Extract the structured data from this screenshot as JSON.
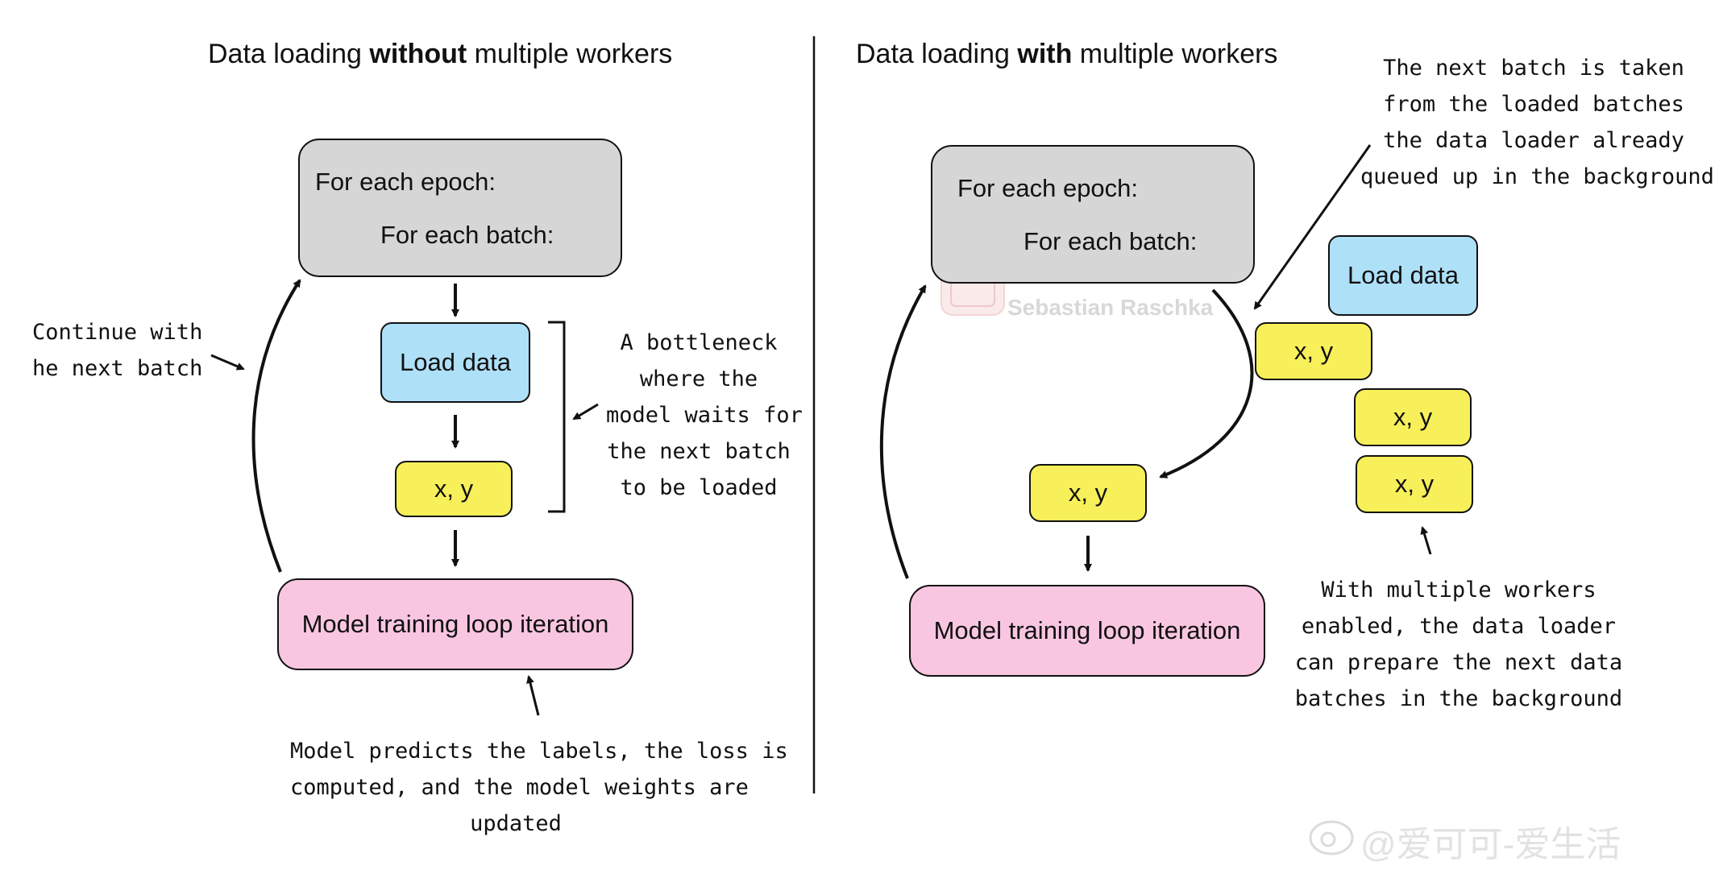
{
  "left_panel": {
    "title_pre": "Data loading ",
    "title_bold": "without",
    "title_post": " multiple workers",
    "epoch_line": "For each epoch:",
    "batch_line": "For each batch:",
    "load_data": "Load data",
    "xy": "x, y",
    "train": "Model training loop iteration",
    "note_continue": [
      "Continue with",
      "he next batch"
    ],
    "note_bottleneck": [
      "A bottleneck",
      "where the",
      "model waits for",
      "the next batch",
      "to be loaded"
    ],
    "note_predict": [
      "Model predicts the labels, the loss is",
      "computed, and the model weights are",
      "updated"
    ]
  },
  "right_panel": {
    "title_pre": "Data loading ",
    "title_bold": "with",
    "title_post": " multiple workers",
    "epoch_line": "For each epoch:",
    "batch_line": "For each batch:",
    "load_data": "Load data",
    "xy_queue_1": "x, y",
    "xy_queue_2": "x, y",
    "xy_queue_3": "x, y",
    "xy_current": "x, y",
    "train": "Model training loop iteration",
    "note_next_batch": [
      "The next batch is taken",
      "from the loaded batches",
      "the data loader already",
      "queued up in the background"
    ],
    "note_workers": [
      "With multiple workers",
      "enabled, the data loader",
      "can prepare the next data",
      "batches in the background"
    ]
  },
  "watermark": "Sebastian Raschka",
  "weibo_credit": "@爱可可-爱生活",
  "colors": {
    "gray_box": "#d6d6d6",
    "blue_box": "#aee0f8",
    "yellow_box": "#f8f05a",
    "pink_box": "#f9c6e1"
  }
}
